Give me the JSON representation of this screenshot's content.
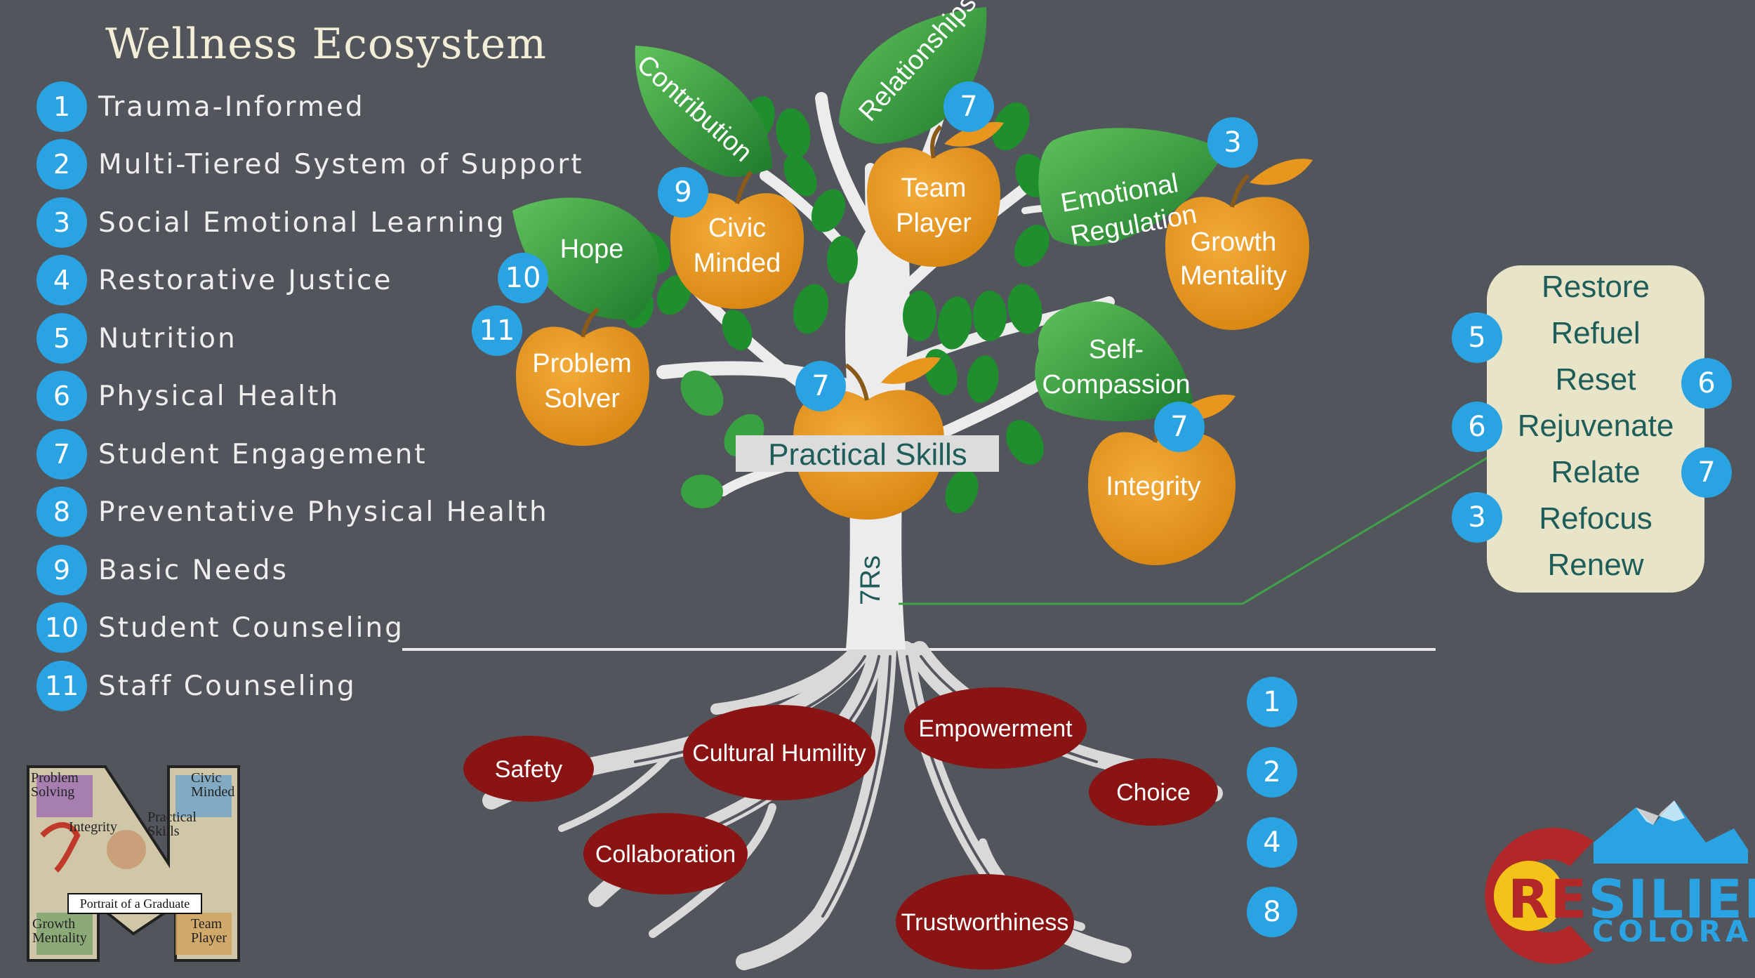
{
  "title": "Wellness Ecosystem",
  "colors": {
    "background": "#53555c",
    "badge": "#2aa3e2",
    "leaf": "#2f9a37",
    "apple": "#e8961e",
    "root_value": "#8a1313",
    "trunk": "#e6e6e6",
    "rs_box": "#e7e4c8",
    "rs_text": "#1f5d5a"
  },
  "legend": [
    {
      "num": "1",
      "label": "Trauma-Informed"
    },
    {
      "num": "2",
      "label": "Multi-Tiered System of Support"
    },
    {
      "num": "3",
      "label": "Social Emotional Learning"
    },
    {
      "num": "4",
      "label": "Restorative Justice"
    },
    {
      "num": "5",
      "label": "Nutrition"
    },
    {
      "num": "6",
      "label": "Physical Health"
    },
    {
      "num": "7",
      "label": "Student Engagement"
    },
    {
      "num": "8",
      "label": "Preventative Physical Health"
    },
    {
      "num": "9",
      "label": "Basic Needs"
    },
    {
      "num": "10",
      "label": "Student Counseling"
    },
    {
      "num": "11",
      "label": "Staff Counseling"
    }
  ],
  "leaves": [
    {
      "label": "Contribution"
    },
    {
      "label": "Relationships"
    },
    {
      "label": "Hope"
    },
    {
      "label": "Emotional Regulation",
      "lines": [
        "Emotional",
        "Regulation"
      ]
    },
    {
      "label": "Self-Compassion",
      "lines": [
        "Self-",
        "Compassion"
      ]
    }
  ],
  "apples": [
    {
      "lines": [
        "Civic",
        "Minded"
      ]
    },
    {
      "lines": [
        "Team",
        "Player"
      ]
    },
    {
      "lines": [
        "Growth",
        "Mentality"
      ]
    },
    {
      "lines": [
        "Problem",
        "Solver"
      ]
    },
    {
      "lines": [
        "Integrity"
      ]
    }
  ],
  "practical_skills": "Practical Skills",
  "trunk_label": "7Rs",
  "tree_badges": [
    "7",
    "3",
    "9",
    "10",
    "11",
    "7",
    "7"
  ],
  "roots": [
    "Safety",
    "Cultural Humility",
    "Empowerment",
    "Choice",
    "Collaboration",
    "Trustworthiness"
  ],
  "root_badges": [
    "1",
    "2",
    "4",
    "8"
  ],
  "seven_rs": [
    "Restore",
    "Refuel",
    "Reset",
    "Rejuvenate",
    "Relate",
    "Refocus",
    "Renew"
  ],
  "rs_badges": [
    "5",
    "6",
    "6",
    "7",
    "3"
  ],
  "portrait": {
    "label": "Portrait of a Graduate",
    "words": [
      "Problem Solving",
      "Civic Minded",
      "Integrity",
      "Practical Skills",
      "Growth Mentality",
      "Team Player"
    ]
  },
  "brand": {
    "part1": "RE",
    "part2": "SILIENT",
    "part3": "COLORADO"
  }
}
